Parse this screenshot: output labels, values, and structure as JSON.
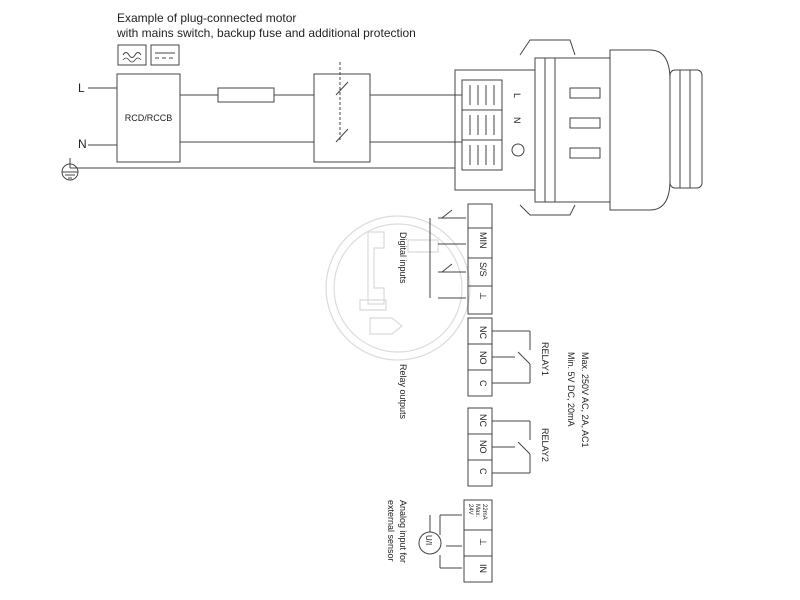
{
  "title": {
    "line1": "Example of plug-connected motor",
    "line2": "with mains switch, backup fuse and additional protection"
  },
  "mains": {
    "live": "L",
    "neutral": "N",
    "rcd_label": "RCD/RCCB"
  },
  "plug": {
    "terminal_l": "L",
    "terminal_n": "N"
  },
  "digital_inputs": {
    "label": "Digital inputs",
    "terminals": [
      "MIN",
      "S/S",
      "⊥"
    ]
  },
  "relay_outputs": {
    "label": "Relay outputs",
    "relay1": {
      "name": "RELAY1",
      "terminals": [
        "NC",
        "NO",
        "C"
      ]
    },
    "relay2": {
      "name": "RELAY2",
      "terminals": [
        "NC",
        "NO",
        "C"
      ]
    },
    "rating_line1": "Max. 250V AC, 2A, AC1",
    "rating_line2": "Min. 5V DC, 20mA"
  },
  "analog_input": {
    "label_line1": "Analog input for",
    "label_line2": "external sensor",
    "supply_line1": "24V",
    "supply_line2": "Max.",
    "supply_line3": "22mA",
    "terminals": [
      "⊥",
      "IN"
    ],
    "sensor_symbol": "U/I"
  }
}
